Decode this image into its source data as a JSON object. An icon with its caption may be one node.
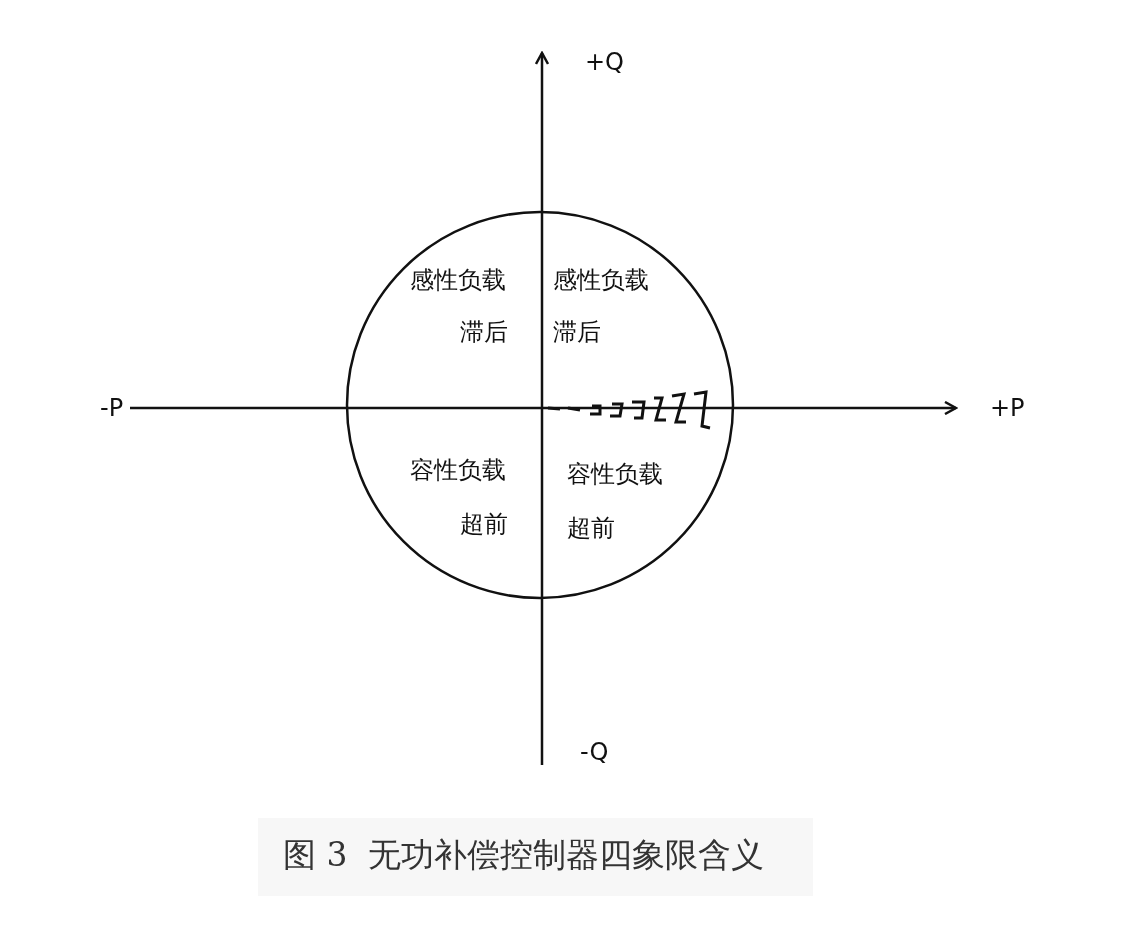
{
  "diagram": {
    "caption": "图 3  无功补偿控制器四象限含义",
    "labels": [
      "+Q",
      "感性负载",
      "感性负载",
      "滞后",
      "滞后",
      "-P",
      "+P",
      "容性负载",
      "容性负载",
      "超前",
      "超前",
      "-Q"
    ]
  }
}
